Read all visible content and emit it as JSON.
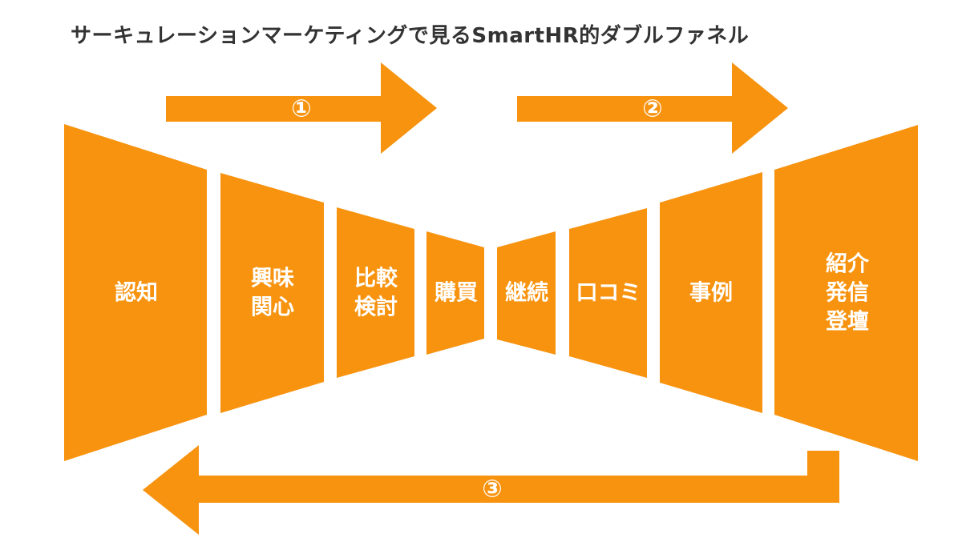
{
  "title": "サーキュレーションマーケティングで見るSmartHR的ダブルファネル",
  "colors": {
    "funnel": "#F7930F",
    "text": "#333333",
    "label": "#ffffff"
  },
  "arrows": [
    {
      "id": "arrow-1",
      "label": "①",
      "direction": "right"
    },
    {
      "id": "arrow-2",
      "label": "②",
      "direction": "right"
    },
    {
      "id": "arrow-3",
      "label": "③",
      "direction": "left"
    }
  ],
  "left_funnel": {
    "stages": [
      {
        "id": "ninchi",
        "lines": [
          "認知"
        ]
      },
      {
        "id": "kyomi",
        "lines": [
          "興味",
          "関心"
        ]
      },
      {
        "id": "hikaku",
        "lines": [
          "比較",
          "検討"
        ]
      },
      {
        "id": "konyu",
        "lines": [
          "購買"
        ]
      }
    ]
  },
  "right_funnel": {
    "stages": [
      {
        "id": "keizoku",
        "lines": [
          "継続"
        ]
      },
      {
        "id": "kuchikomi",
        "lines": [
          "口コミ"
        ]
      },
      {
        "id": "jirei",
        "lines": [
          "事例"
        ]
      },
      {
        "id": "shokai",
        "lines": [
          "紹介",
          "発信",
          "登壇"
        ]
      }
    ]
  }
}
